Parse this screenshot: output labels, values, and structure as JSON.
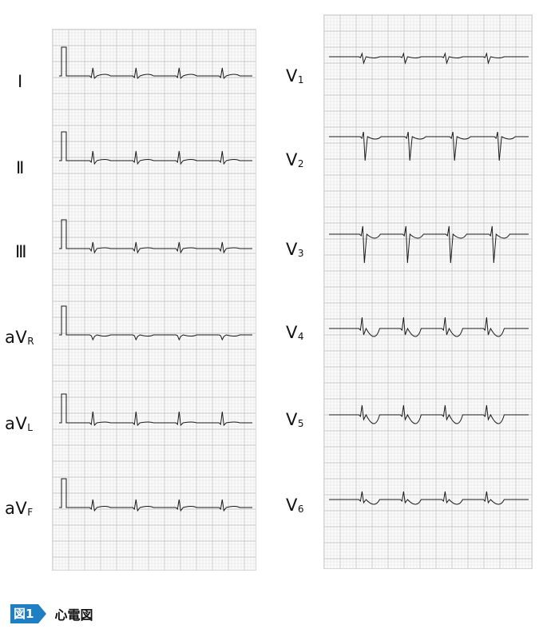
{
  "figure": {
    "badge": "図1",
    "caption": "心電図"
  },
  "limb_leads": [
    {
      "main": "Ⅰ",
      "sub": ""
    },
    {
      "main": "Ⅱ",
      "sub": ""
    },
    {
      "main": "Ⅲ",
      "sub": ""
    },
    {
      "main": "aV",
      "sub": "R"
    },
    {
      "main": "aV",
      "sub": "L"
    },
    {
      "main": "aV",
      "sub": "F"
    }
  ],
  "chest_leads": [
    {
      "main": "V",
      "sub": "1"
    },
    {
      "main": "V",
      "sub": "2"
    },
    {
      "main": "V",
      "sub": "3"
    },
    {
      "main": "V",
      "sub": "4"
    },
    {
      "main": "V",
      "sub": "5"
    },
    {
      "main": "V",
      "sub": "6"
    }
  ],
  "colors": {
    "grid_minor": "#e2e2e2",
    "grid_major": "#b9b9b9",
    "trace": "#1a1a1a",
    "badge": "#1f7fc4"
  }
}
